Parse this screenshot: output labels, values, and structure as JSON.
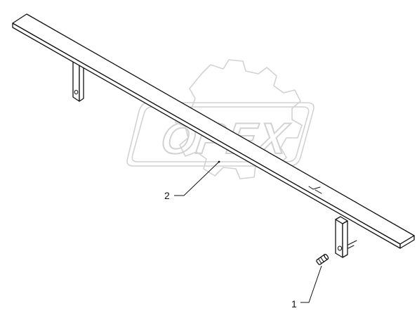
{
  "watermark": {
    "text": "OPEX",
    "color": "#d2d2d2",
    "icon": "gear-logo-icon"
  },
  "callouts": [
    {
      "id": "1",
      "part": "pin"
    },
    {
      "id": "2",
      "part": "crossbar"
    }
  ],
  "colors": {
    "line": "#111111",
    "background": "#ffffff"
  }
}
